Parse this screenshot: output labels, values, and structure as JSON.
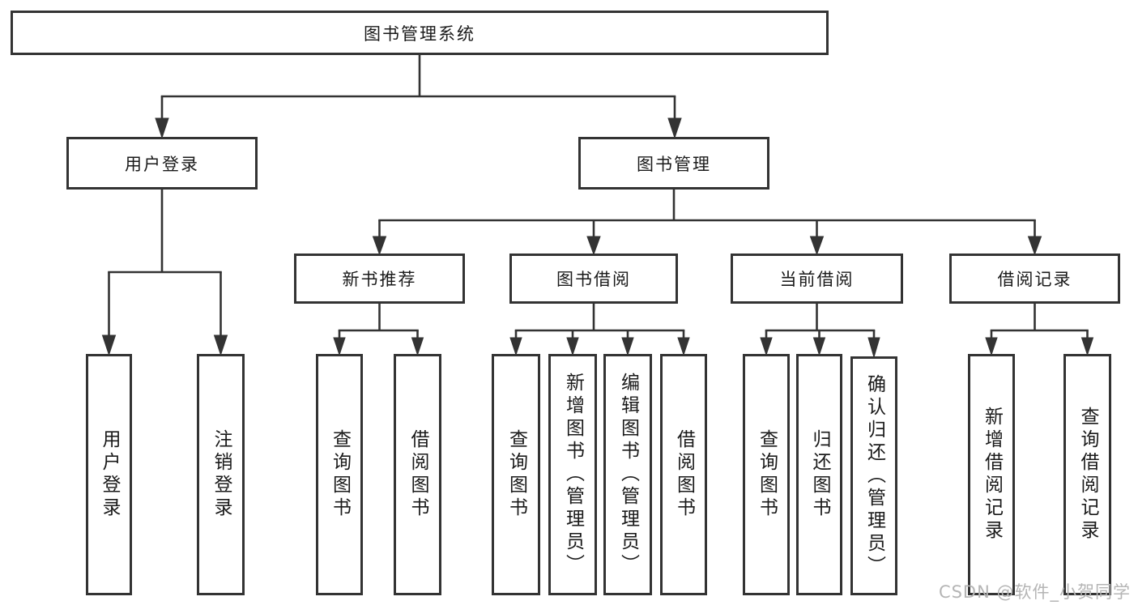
{
  "tree": {
    "label": "图书管理系统",
    "children": [
      {
        "label": "用户登录",
        "children": [
          {
            "label": "用户登录"
          },
          {
            "label": "注销登录"
          }
        ]
      },
      {
        "label": "图书管理",
        "children": [
          {
            "label": "新书推荐",
            "children": [
              {
                "label": "查询图书"
              },
              {
                "label": "借阅图书"
              }
            ]
          },
          {
            "label": "图书借阅",
            "children": [
              {
                "label": "查询图书"
              },
              {
                "label": "新增图书（管理员）"
              },
              {
                "label": "编辑图书（管理员）"
              },
              {
                "label": "借阅图书"
              }
            ]
          },
          {
            "label": "当前借阅",
            "children": [
              {
                "label": "查询图书"
              },
              {
                "label": "归还图书"
              },
              {
                "label": "确认归还（管理员）"
              }
            ]
          },
          {
            "label": "借阅记录",
            "children": [
              {
                "label": "新增借阅记录"
              },
              {
                "label": "查询借阅记录"
              }
            ]
          }
        ]
      }
    ]
  },
  "watermark": {
    "text": "CSDN @软件_小贺同学"
  },
  "colors": {
    "line": "#333333",
    "text": "#1a1a1a",
    "bg": "#ffffff",
    "watermark": "#b5b5b5"
  }
}
